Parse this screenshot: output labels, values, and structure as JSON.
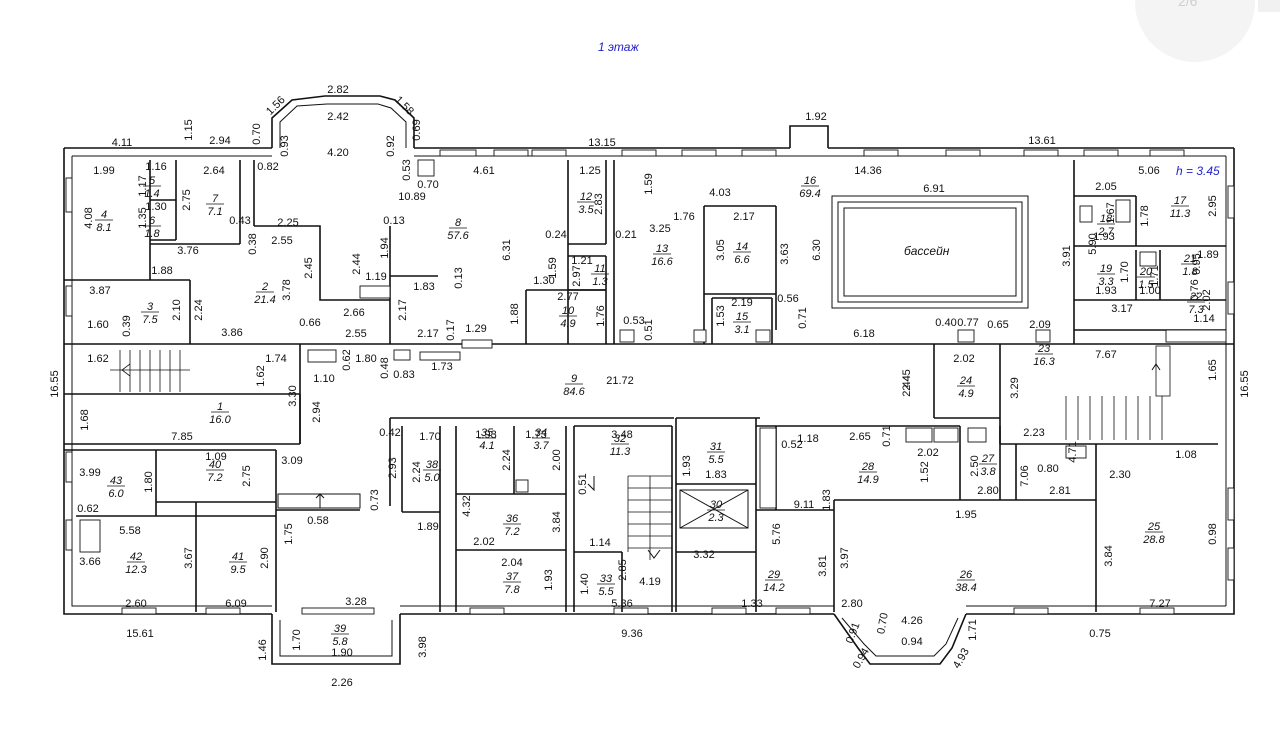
{
  "plan": {
    "title": "1 этаж",
    "height_note": "h = 3.45",
    "pool_label": "бассейн",
    "pager": "2/6",
    "rooms": [
      {
        "num": "1",
        "area": "16.0"
      },
      {
        "num": "2",
        "area": "21.4"
      },
      {
        "num": "3",
        "area": "7.5"
      },
      {
        "num": "4",
        "area": "8.1"
      },
      {
        "num": "5",
        "area": "1.4"
      },
      {
        "num": "6",
        "area": "1.8"
      },
      {
        "num": "7",
        "area": "7.1"
      },
      {
        "num": "8",
        "area": "57.6"
      },
      {
        "num": "9",
        "area": "84.6"
      },
      {
        "num": "10",
        "area": "4.9"
      },
      {
        "num": "11",
        "area": "1.3"
      },
      {
        "num": "12",
        "area": "3.5"
      },
      {
        "num": "13",
        "area": "16.6"
      },
      {
        "num": "14",
        "area": "6.6"
      },
      {
        "num": "15",
        "area": "3.1"
      },
      {
        "num": "16",
        "area": "69.4"
      },
      {
        "num": "17",
        "area": "11.3"
      },
      {
        "num": "18",
        "area": "2.7"
      },
      {
        "num": "19",
        "area": "3.3"
      },
      {
        "num": "20",
        "area": "1.5"
      },
      {
        "num": "21",
        "area": "1.8"
      },
      {
        "num": "22",
        "area": "7.3"
      },
      {
        "num": "23",
        "area": "16.3"
      },
      {
        "num": "24",
        "area": "4.9"
      },
      {
        "num": "25",
        "area": "28.8"
      },
      {
        "num": "26",
        "area": "38.4"
      },
      {
        "num": "27",
        "area": "3.8"
      },
      {
        "num": "28",
        "area": "14.9"
      },
      {
        "num": "29",
        "area": "14.2"
      },
      {
        "num": "30",
        "area": "2.3"
      },
      {
        "num": "31",
        "area": "5.5"
      },
      {
        "num": "32",
        "area": "11.3"
      },
      {
        "num": "33",
        "area": "5.5"
      },
      {
        "num": "34",
        "area": "3.7"
      },
      {
        "num": "35",
        "area": "4.1"
      },
      {
        "num": "36",
        "area": "7.2"
      },
      {
        "num": "37",
        "area": "7.8"
      },
      {
        "num": "38",
        "area": "5.0"
      },
      {
        "num": "39",
        "area": "5.8"
      },
      {
        "num": "40",
        "area": "7.2"
      },
      {
        "num": "41",
        "area": "9.5"
      },
      {
        "num": "42",
        "area": "12.3"
      },
      {
        "num": "43",
        "area": "6.0"
      }
    ],
    "dimensions": [
      "4.11",
      "1.15",
      "2.94",
      "0.70",
      "1.56",
      "2.82",
      "1.58",
      "0.69",
      "2.42",
      "0.93",
      "0.92",
      "13.15",
      "1.92",
      "13.61",
      "1.99",
      "1.16",
      "1.17",
      "2.64",
      "0.82",
      "4.20",
      "0.53",
      "0.70",
      "4.61",
      "1.25",
      "14.36",
      "5.06",
      "10.89",
      "1.59",
      "4.03",
      "6.91",
      "2.05",
      "2.75",
      "2.83",
      "1.76",
      "2.17",
      "1.67",
      "1.78",
      "2.95",
      "4.08",
      "1.35",
      "1.30",
      "0.43",
      "2.25",
      "0.13",
      "3.25",
      "1.93",
      "0.38",
      "2.55",
      "1.94",
      "0.24",
      "0.21",
      "3.05",
      "3.63",
      "6.30",
      "3.91",
      "5.90",
      "3.76",
      "2.44",
      "2.45",
      "6.31",
      "1.59",
      "1.21",
      "2.97",
      "1.70",
      "1.71",
      "0.95",
      "1.89",
      "1.88",
      "1.19",
      "1.83",
      "0.13",
      "1.30",
      "3.87",
      "3.78",
      "2.10",
      "2.24",
      "2.66",
      "2.17",
      "1.88",
      "2.77",
      "1.76",
      "2.19",
      "0.56",
      "1.53",
      "0.71",
      "1.00",
      "1.93",
      "2.02",
      "0.76",
      "3.17",
      "1.14",
      "1.60",
      "0.39",
      "0.66",
      "3.86",
      "2.55",
      "2.17",
      "0.17",
      "1.29",
      "0.53",
      "0.51",
      "6.18",
      "0.40",
      "0.77",
      "0.65",
      "2.09",
      "1.62",
      "1.74",
      "0.62",
      "1.80",
      "0.48",
      "0.83",
      "1.73",
      "2.02",
      "7.67",
      "16.55",
      "1.10",
      "2.45",
      "3.29",
      "1.65",
      "16.55",
      "1.62",
      "3.30",
      "21.72",
      "2.44",
      "2.94",
      "1.68",
      "7.85",
      "2.23",
      "0.42",
      "1.70",
      "1.93",
      "1.73",
      "3.48",
      "1.18",
      "2.65",
      "0.71",
      "0.52",
      "2.02",
      "2.50",
      "0.80",
      "4.71",
      "1.08",
      "3.99",
      "1.09",
      "3.09",
      "2.93",
      "2.24",
      "2.24",
      "2.00",
      "1.93",
      "1.52",
      "7.06",
      "2.30",
      "1.80",
      "2.75",
      "1.83",
      "2.80",
      "2.81",
      "0.62",
      "0.73",
      "4.32",
      "0.51",
      "1.83",
      "9.11",
      "1.95",
      "5.58",
      "1.75",
      "1.89",
      "3.84",
      "2.02",
      "1.14",
      "5.76",
      "0.98",
      "3.66",
      "3.67",
      "2.90",
      "0.58",
      "2.85",
      "3.32",
      "3.81",
      "3.97",
      "3.84",
      "2.04",
      "1.93",
      "1.40",
      "4.19",
      "2.60",
      "6.09",
      "3.28",
      "5.36",
      "1.33",
      "2.80",
      "4.26",
      "7.27",
      "15.61",
      "9.36",
      "0.75",
      "0.91",
      "0.70",
      "1.71",
      "1.46",
      "1.70",
      "3.98",
      "1.90",
      "0.94",
      "0.94",
      "4.93",
      "2.26"
    ]
  }
}
